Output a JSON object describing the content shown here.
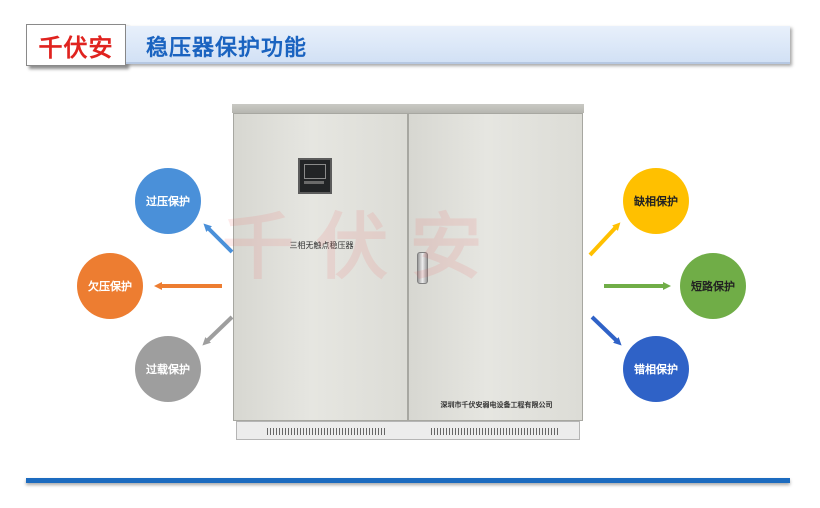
{
  "header": {
    "logo": "千伏安",
    "title": "稳压器保护功能"
  },
  "cabinet": {
    "model_label": "三相无触点稳压器",
    "company_label": "深圳市千伏安弱电设备工程有限公司",
    "watermark": "千伏安"
  },
  "functions_left": [
    {
      "label": "过压保护",
      "color": "#4a90d9"
    },
    {
      "label": "欠压保护",
      "color": "#ed7d31"
    },
    {
      "label": "过载保护",
      "color": "#9e9e9e"
    }
  ],
  "functions_right": [
    {
      "label": "缺相保护",
      "color": "#ffc000"
    },
    {
      "label": "短路保护",
      "color": "#70ad47"
    },
    {
      "label": "错相保护",
      "color": "#2f62c7"
    }
  ],
  "colors": {
    "title_blue": "#1a63c0",
    "logo_red": "#e0231f",
    "rule_blue": "#1c6bbf"
  }
}
